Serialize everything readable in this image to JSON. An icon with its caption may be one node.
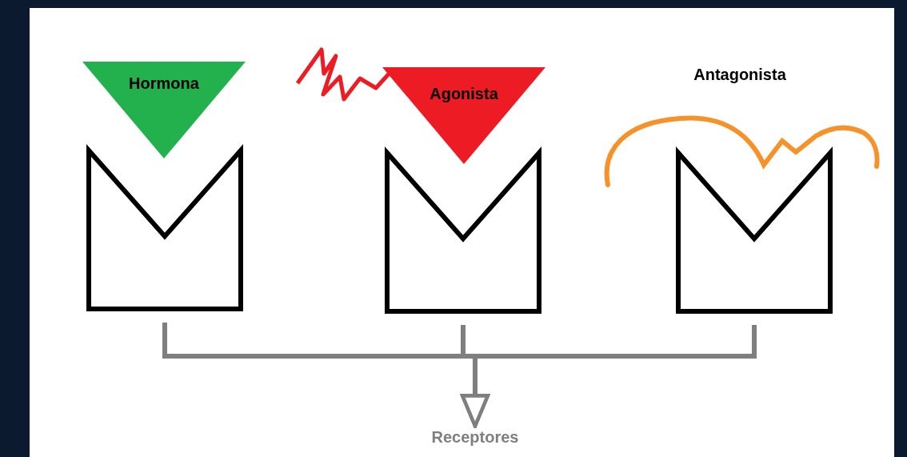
{
  "diagram": {
    "nodes": [
      {
        "text": [
          "Hormona"
        ]
      },
      {
        "text": [
          "Agonista"
        ]
      },
      {
        "text": [
          "Antagonista"
        ]
      },
      {
        "text": [],
        "shape": "box"
      },
      {
        "text": [],
        "shape": "box"
      },
      {
        "text": [],
        "shape": "box"
      },
      {
        "text": [
          "Receptores"
        ]
      }
    ],
    "edges": [
      {
        "from": 3,
        "to": 6,
        "arrow": "to"
      },
      {
        "from": 4,
        "to": 6,
        "arrow": "to"
      },
      {
        "from": 5,
        "to": 6,
        "arrow": "to"
      }
    ]
  }
}
